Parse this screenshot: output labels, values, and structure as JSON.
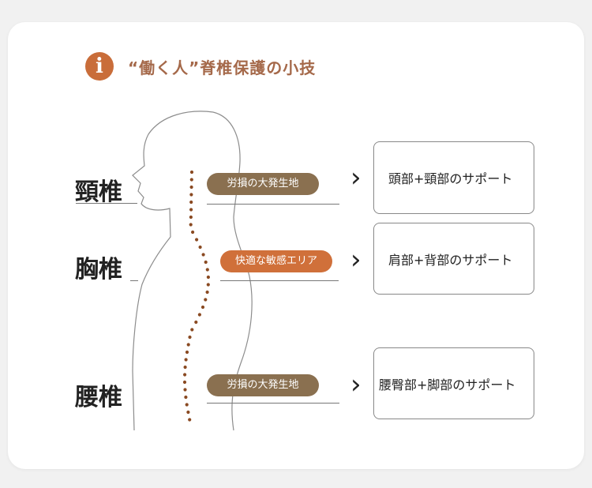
{
  "header": {
    "icon_glyph": "i",
    "title": "“働く人”脊椎保護の小技"
  },
  "regions": [
    {
      "label": "頸椎",
      "tag": "労損の大発生地",
      "tag_color": "#8a7050",
      "support": "頭部+頸部のサポート"
    },
    {
      "label": "胸椎",
      "tag": "快適な敏感エリア",
      "tag_color": "#d0703a",
      "support": "肩部+背部のサポート"
    },
    {
      "label": "腰椎",
      "tag": "労損の大発生地",
      "tag_color": "#8a7050",
      "support": "腰臀部+脚部のサポート"
    }
  ],
  "icons": {
    "header": "info-icon",
    "arrow": "chevron-right-icon"
  },
  "colors": {
    "accent": "#c96d3a",
    "spine_dots": "#8a4a22",
    "title": "#a5694a"
  }
}
